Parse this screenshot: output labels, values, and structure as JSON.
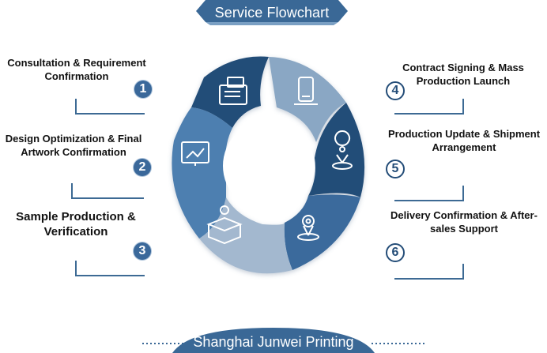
{
  "header": {
    "title": "Service Flowchart"
  },
  "steps": [
    {
      "number": "1",
      "label_line1": "Consultation & Requirement",
      "label_line2": "Confirmation"
    },
    {
      "number": "2",
      "label_line1": "Design Optimization & Final",
      "label_line2": "Artwork Confirmation"
    },
    {
      "number": "3",
      "label_line1": "Sample Production &",
      "label_line2": "Verification"
    },
    {
      "number": "4",
      "label_line1": "Contract Signing & Mass",
      "label_line2": "Production Launch"
    },
    {
      "number": "5",
      "label_line1": "Production Update & Shipment",
      "label_line2": "Arrangement"
    },
    {
      "number": "6",
      "label_line1": "Delivery Confirmation & After-",
      "label_line2": "sales Support"
    }
  ],
  "cycle": {
    "segment_colors": [
      "#244d78",
      "#8aa7c4",
      "#244d78",
      "#3a6a9c",
      "#a3b8cf",
      "#4d7fb0"
    ],
    "icons": [
      "order-form-icon",
      "phone-device-icon",
      "location-pin-icon",
      "location-pin-icon",
      "package-box-icon",
      "monitor-chart-icon"
    ]
  },
  "footer": {
    "company": "Shanghai Junwei Printing"
  }
}
